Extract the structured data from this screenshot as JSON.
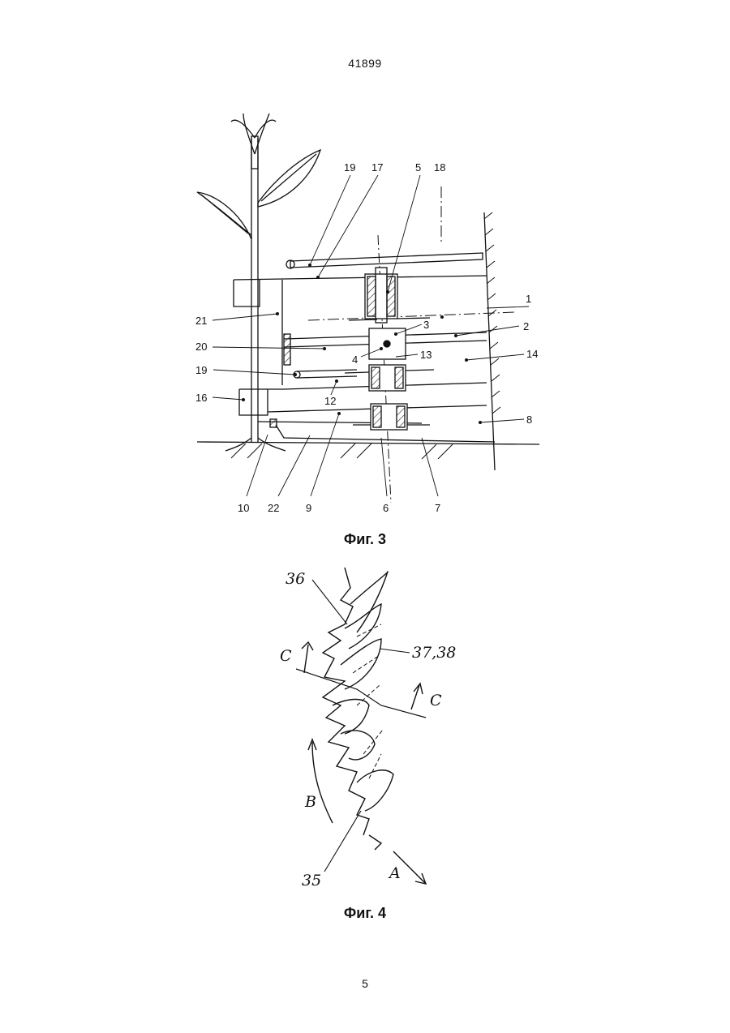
{
  "document": {
    "number": "41899",
    "page_number": "5"
  },
  "figure3": {
    "caption": "Фиг. 3",
    "labels": {
      "l1": "1",
      "l2": "2",
      "l3": "3",
      "l4": "4",
      "l5": "5",
      "l6": "6",
      "l7": "7",
      "l8": "8",
      "l9": "9",
      "l10": "10",
      "l12": "12",
      "l13": "13",
      "l14": "14",
      "l16": "16",
      "l17": "17",
      "l18": "18",
      "l19a": "19",
      "l19b": "19",
      "l20": "20",
      "l21": "21",
      "l22": "22"
    }
  },
  "figure4": {
    "caption": "Фиг. 4",
    "labels": {
      "l36": "36",
      "l3738": "37,38",
      "lC1": "C",
      "lC2": "C",
      "lB": "B",
      "l35": "35",
      "lA": "A"
    }
  }
}
